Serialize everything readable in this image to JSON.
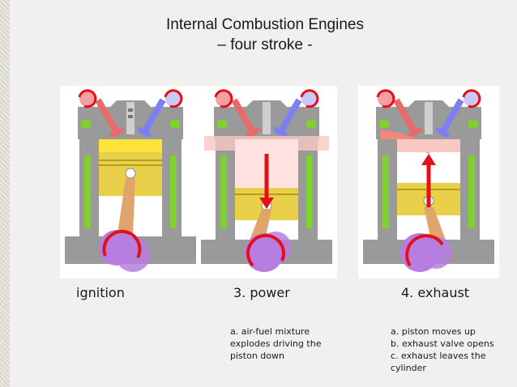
{
  "title": {
    "line1": "Internal Combustion Engines",
    "line2": "– four stroke -"
  },
  "strokes": [
    {
      "label": "ignition",
      "notes": []
    },
    {
      "label": "3. power",
      "notes": [
        "a. air-fuel mixture",
        "explodes driving the",
        "piston down"
      ]
    },
    {
      "label": "4. exhaust",
      "notes": [
        "a. piston moves up",
        "b. exhaust valve opens",
        "c. exhaust leaves the",
        "cylinder"
      ]
    }
  ],
  "colors": {
    "cylinder": "#6f6f6f",
    "block": "#9a9a9a",
    "coolant": "#7fd12f",
    "piston": "#e8d04a",
    "rod": "#e0a56a",
    "crank": "#b67ee0",
    "arrow": "#e3101a",
    "intake_valve": "#e96a6a",
    "exhaust_valve": "#7f7ff0",
    "spark": "#ffe23a",
    "exhaust_gas": "#f2877a"
  }
}
